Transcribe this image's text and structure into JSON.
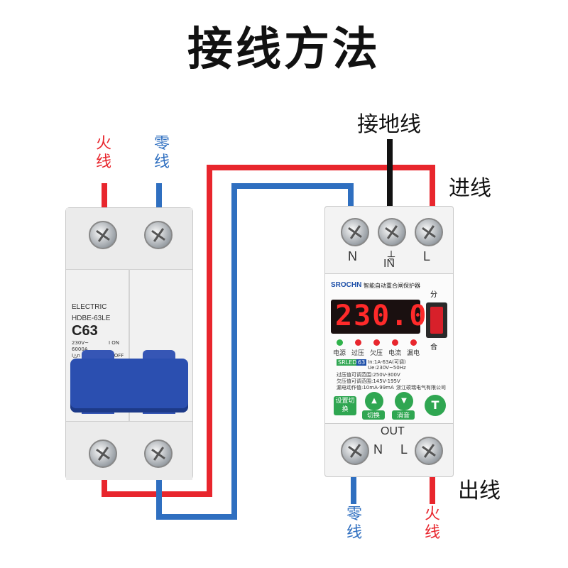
{
  "title": "接线方法",
  "labels": {
    "left_live": "火线",
    "left_neutral": "零线",
    "ground": "接地线",
    "incoming": "进线",
    "outgoing": "出线",
    "out_neutral": "零线",
    "out_live": "火线"
  },
  "breaker": {
    "brand": "ELECTRIC",
    "model": "HDBE-63LE",
    "rating": "C63",
    "spec_lines": [
      "230V~",
      "6000A",
      "I△n 30mA"
    ],
    "on_label": "I ON",
    "off_label": "O OFF"
  },
  "protector": {
    "brand": "SROCHN",
    "product": "智能自动重合闸保护器",
    "display_value": "230.0",
    "switch_top": "分",
    "switch_bottom": "合",
    "terminals_in": {
      "n": "N",
      "ground_symbol": "⏚",
      "l": "L",
      "in_label": "IN"
    },
    "terminals_out": {
      "out_label": "OUT",
      "n": "N",
      "l": "L"
    },
    "indicators": [
      "电源",
      "过压",
      "欠压",
      "电流",
      "漏电"
    ],
    "model_tag": "SRLED",
    "model_num": "63",
    "spec_lines": [
      "In:1A-63A(可调)",
      "Ue:230V~50Hz",
      "过压值可调范围:250V-300V",
      "欠压值可调范围:145V-195V",
      "漏电动作值:10mA-99mA"
    ],
    "manufacturer": "浙江硕瑞电气有限公司",
    "buttons": [
      {
        "label": "设置切换",
        "icon": ""
      },
      {
        "label": "切换",
        "icon": "▲"
      },
      {
        "label": "消音",
        "icon": "▼"
      },
      {
        "label": "",
        "icon": "T"
      }
    ]
  },
  "colors": {
    "live": "#e8262d",
    "neutral": "#2f6fc0",
    "ground": "#111111",
    "handle": "#2b4fb0",
    "button": "#2fa651"
  }
}
